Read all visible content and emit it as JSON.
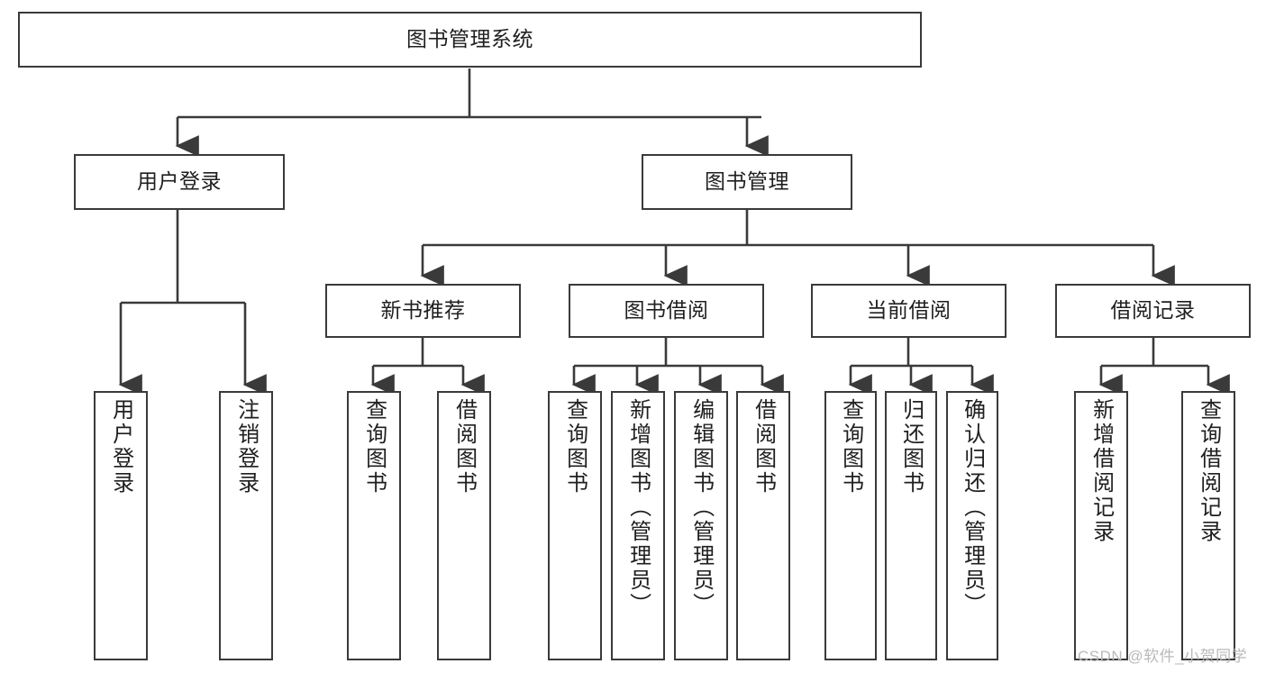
{
  "diagram": {
    "type": "hierarchy-tree",
    "title": "图书管理系统",
    "root": {
      "label": "图书管理系统"
    },
    "level2": [
      {
        "label": "用户登录"
      },
      {
        "label": "图书管理"
      }
    ],
    "level3": [
      {
        "label": "新书推荐"
      },
      {
        "label": "图书借阅"
      },
      {
        "label": "当前借阅"
      },
      {
        "label": "借阅记录"
      }
    ],
    "leaves": {
      "user_login": [
        {
          "label": "用户登录"
        },
        {
          "label": "注销登录"
        }
      ],
      "new_book_recommend": [
        {
          "label": "查询图书"
        },
        {
          "label": "借阅图书"
        }
      ],
      "book_borrow": [
        {
          "label": "查询图书"
        },
        {
          "label": "新增图书（管理员）"
        },
        {
          "label": "编辑图书（管理员）"
        },
        {
          "label": "借阅图书"
        }
      ],
      "current_borrow": [
        {
          "label": "查询图书"
        },
        {
          "label": "归还图书"
        },
        {
          "label": "确认归还（管理员）"
        }
      ],
      "borrow_record": [
        {
          "label": "新增借阅记录"
        },
        {
          "label": "查询借阅记录"
        }
      ]
    }
  },
  "watermark": {
    "text": "CSDN @软件_小贺同学"
  },
  "colors": {
    "border": "#3a3a3a",
    "background": "#ffffff",
    "text": "#1f1f1f",
    "connector": "#3a3a3a",
    "watermark": "#b9b9b9"
  }
}
